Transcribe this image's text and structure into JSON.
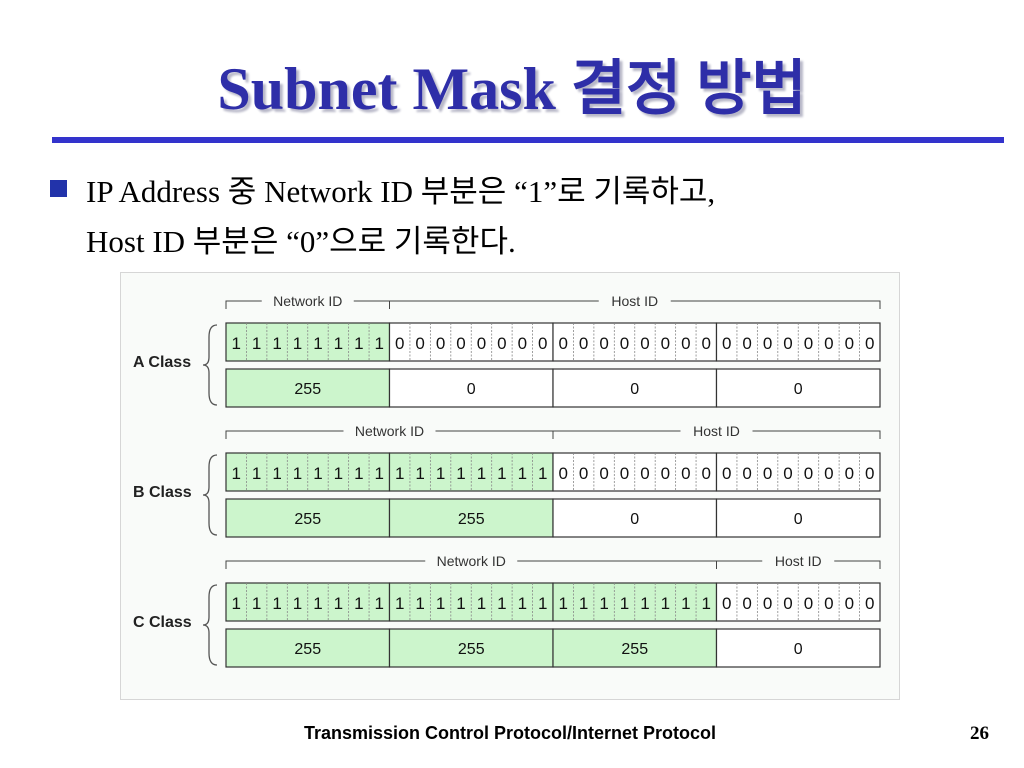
{
  "slide": {
    "title": "Subnet Mask 결정 방법",
    "bullet": {
      "line1": "IP Address 중 Network ID 부분은 “1”로 기록하고,",
      "line2": "Host ID 부분은 “0”으로 기록한다."
    },
    "footer": "Transmission Control Protocol/Internet Protocol",
    "page_number": "26"
  },
  "diagram": {
    "colors": {
      "network": "#ccf5cc",
      "host": "#ffffff",
      "title": "#2e2ea8",
      "rule": "#3333cc"
    },
    "classes": [
      {
        "label": "A Class",
        "network_label": "Network ID",
        "host_label": "Host ID",
        "network_octets": 1,
        "bit_octets": [
          "11111111",
          "00000000",
          "00000000",
          "00000000"
        ],
        "decimal_octets": [
          "255",
          "0",
          "0",
          "0"
        ]
      },
      {
        "label": "B Class",
        "network_label": "Network ID",
        "host_label": "Host ID",
        "network_octets": 2,
        "bit_octets": [
          "11111111",
          "11111111",
          "00000000",
          "00000000"
        ],
        "decimal_octets": [
          "255",
          "255",
          "0",
          "0"
        ]
      },
      {
        "label": "C Class",
        "network_label": "Network ID",
        "host_label": "Host ID",
        "network_octets": 3,
        "bit_octets": [
          "11111111",
          "11111111",
          "11111111",
          "00000000"
        ],
        "decimal_octets": [
          "255",
          "255",
          "255",
          "0"
        ]
      }
    ]
  }
}
